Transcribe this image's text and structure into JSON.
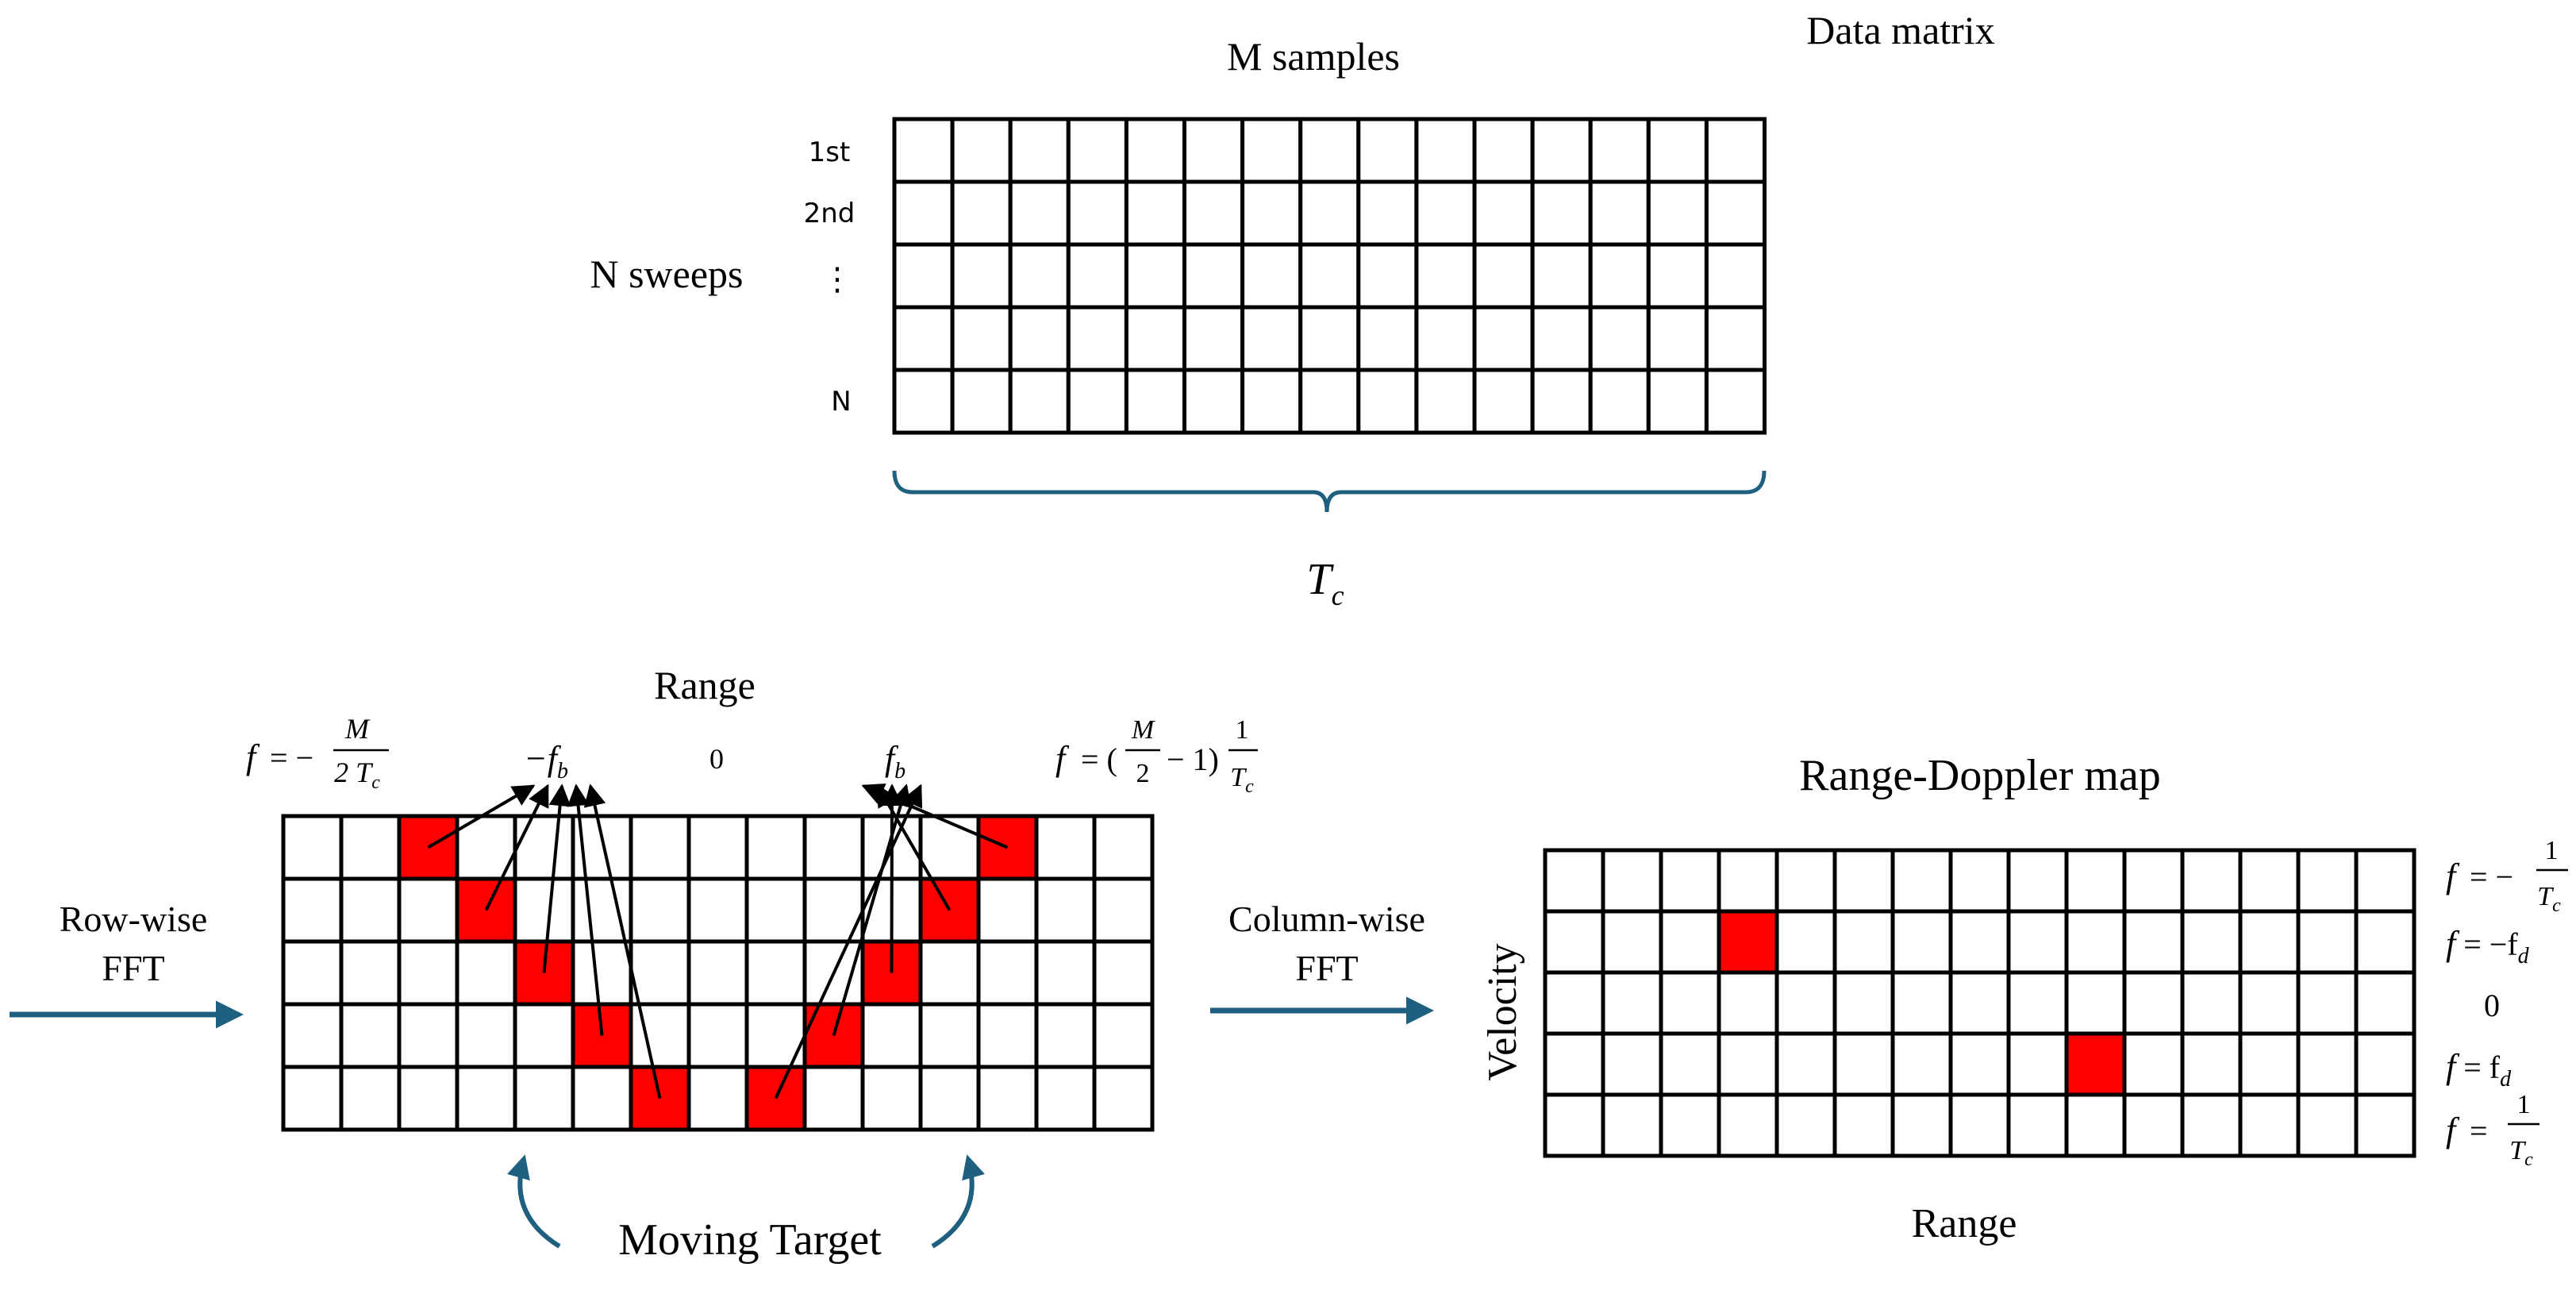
{
  "top": {
    "title": "Data matrix",
    "samples_label": "M samples",
    "sweeps_label": "N sweeps",
    "row_labels": [
      "1st",
      "2nd",
      "⋮",
      "",
      "N"
    ],
    "period_symbol": "T",
    "period_subscript": "c",
    "grid": {
      "rows": 5,
      "cols": 15
    }
  },
  "middle": {
    "range_label": "Range",
    "row_fft_label": [
      "Row-wise",
      "FFT"
    ],
    "col_fft_label": [
      "Column-wise",
      "FFT"
    ],
    "moving_target_label": "Moving Target",
    "zero_label": "0",
    "neg_fb": "−f",
    "pos_fb": "f",
    "fb_subscript": "b",
    "left_freq": {
      "f": "f",
      "eq": "= −",
      "num": "M",
      "den": "2 T",
      "den_sub": "c"
    },
    "right_freq": {
      "f": "f",
      "eq": "= (",
      "num": "M",
      "den": "2",
      "tail": "− 1)",
      "num2": "1",
      "den2": "T",
      "den2_sub": "c"
    },
    "grid": {
      "rows": 5,
      "cols": 15
    },
    "highlight_cells": [
      [
        0,
        2
      ],
      [
        1,
        3
      ],
      [
        2,
        4
      ],
      [
        3,
        5
      ],
      [
        4,
        6
      ],
      [
        4,
        8
      ],
      [
        3,
        9
      ],
      [
        2,
        10
      ],
      [
        1,
        11
      ],
      [
        0,
        12
      ]
    ],
    "highlight_color": "#ff0000"
  },
  "rd_map": {
    "title": "Range-Doppler map",
    "x_label": "Range",
    "y_label": "Velocity",
    "grid": {
      "rows": 5,
      "cols": 15
    },
    "highlight_cells": [
      [
        1,
        3
      ],
      [
        3,
        9
      ]
    ],
    "right_labels": {
      "r1": {
        "f": "f",
        "eq": "= −",
        "num": "1",
        "den": "T",
        "den_sub": "c"
      },
      "r2": {
        "f": "f",
        "eq": "= −f",
        "sub": "d"
      },
      "r3": "0",
      "r4": {
        "f": "f",
        "eq": "= f",
        "sub": "d"
      },
      "r5": {
        "f": "f",
        "eq": "=",
        "num": "1",
        "den": "T",
        "den_sub": "c"
      }
    }
  },
  "colors": {
    "arrow": "#1f5f7f",
    "grid": "#000000",
    "brace": "#1f5f7f"
  }
}
